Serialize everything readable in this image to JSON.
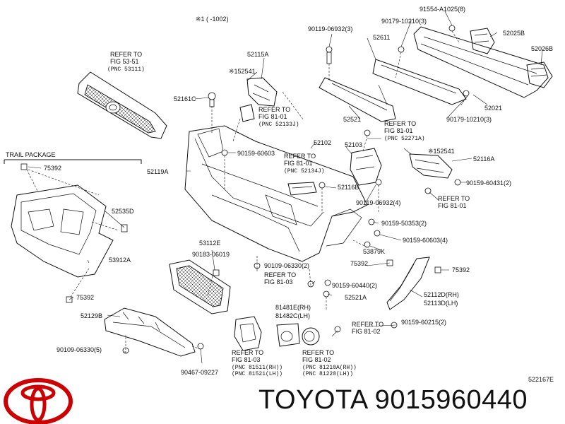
{
  "header": {
    "note": "※1 ( -1002)"
  },
  "diagram_code": "522167E",
  "brand": {
    "part_line": "TOYOTA 9015960440",
    "logo": "toyota-logo-icon",
    "logo_color": "#cc0000"
  },
  "trail_package": {
    "title": "TRAIL PACKAGE"
  },
  "callouts": {
    "p91554": "91554-A1025(8)",
    "p90179a": "90179-10210(3)",
    "p52025b": "52025B",
    "p90119a": "90119-06932(3)",
    "p52611": "52611",
    "p52026b": "52026B",
    "p52115a": "52115A",
    "p52541a": "※152541",
    "p52161c": "52161C",
    "p52021": "52021",
    "p90179b": "90179-10210(3)",
    "p52521": "52521",
    "p52102": "52102",
    "p52103": "52103",
    "p90159a": "90159-60603",
    "p52119a": "52119A",
    "p52541b": "※152541",
    "p52116a": "52116A",
    "p90159b": "90159-60431(2)",
    "p52116b": "52116B",
    "p90119b": "90119-06932(4)",
    "p75392a": "75392",
    "p52535d": "52535D",
    "p90159c": "90159-50353(2)",
    "p90159d": "90159-60603(4)",
    "p53879k": "53879K",
    "p53912a": "53912A",
    "p53112e": "53112E",
    "p90183": "90183-06019",
    "p75392b": "75392",
    "p75392c": "75392",
    "p90109a": "90109-06330(2)",
    "p90159e": "90159-60440(2)",
    "p52521a": "52521A",
    "p52112d": "52112D(RH)",
    "p52113d": "52113D(LH)",
    "p75392d": "75392",
    "p81481e": "81481E(RH)",
    "p81482c": "81482C(LH)",
    "p52129b": "52129B",
    "p90159f": "90159-60215(2)",
    "p90109b": "90109-06330(5)",
    "p90467": "90467-09227"
  },
  "refers": {
    "r5351": {
      "l1": "REFER TO",
      "l2": "FIG 53-51",
      "l3": "(PNC 53111)"
    },
    "r8101a": {
      "l1": "REFER TO",
      "l2": "FIG 81-01",
      "l3": "(PNC 52133J)"
    },
    "r8101b": {
      "l1": "REFER TO",
      "l2": "FIG 81-01",
      "l3": "(PNC 52271A)"
    },
    "r8101c": {
      "l1": "REFER TO",
      "l2": "FIG 81-01",
      "l3": "(PNC 52134J)"
    },
    "r8101d": {
      "l1": "REFER TO",
      "l2": "FIG 81-01"
    },
    "r8103a": {
      "l1": "REFER TO",
      "l2": "FIG 81-03"
    },
    "r8102a": {
      "l1": "REFER TO",
      "l2": "FIG 81-02"
    },
    "r8103b": {
      "l1": "REFER TO",
      "l2": "FIG 81-03",
      "l3": "(PNC 81511(RH))",
      "l4": "(PNC 81521(LH))"
    },
    "r8102b": {
      "l1": "REFER TO",
      "l2": "FIG 81-02",
      "l3": "(PNC 81210A(RH))",
      "l4": "(PNC 81220(LH))"
    }
  }
}
